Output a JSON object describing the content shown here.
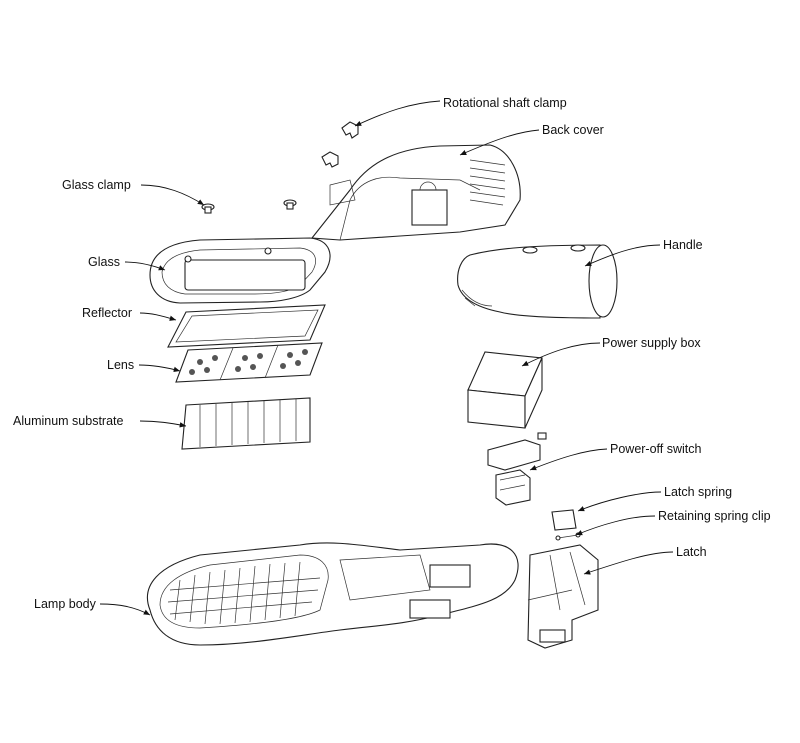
{
  "labels": {
    "rotational_shaft_clamp": "Rotational shaft clamp",
    "back_cover": "Back cover",
    "glass_clamp": "Glass clamp",
    "handle": "Handle",
    "glass": "Glass",
    "reflector": "Reflector",
    "power_supply_box": "Power supply box",
    "lens": "Lens",
    "aluminum_substrate": "Aluminum substrate",
    "power_off_switch": "Power-off switch",
    "latch_spring": "Latch spring",
    "retaining_spring_clip": "Retaining spring clip",
    "latch": "Latch",
    "lamp_body": "Lamp body"
  }
}
